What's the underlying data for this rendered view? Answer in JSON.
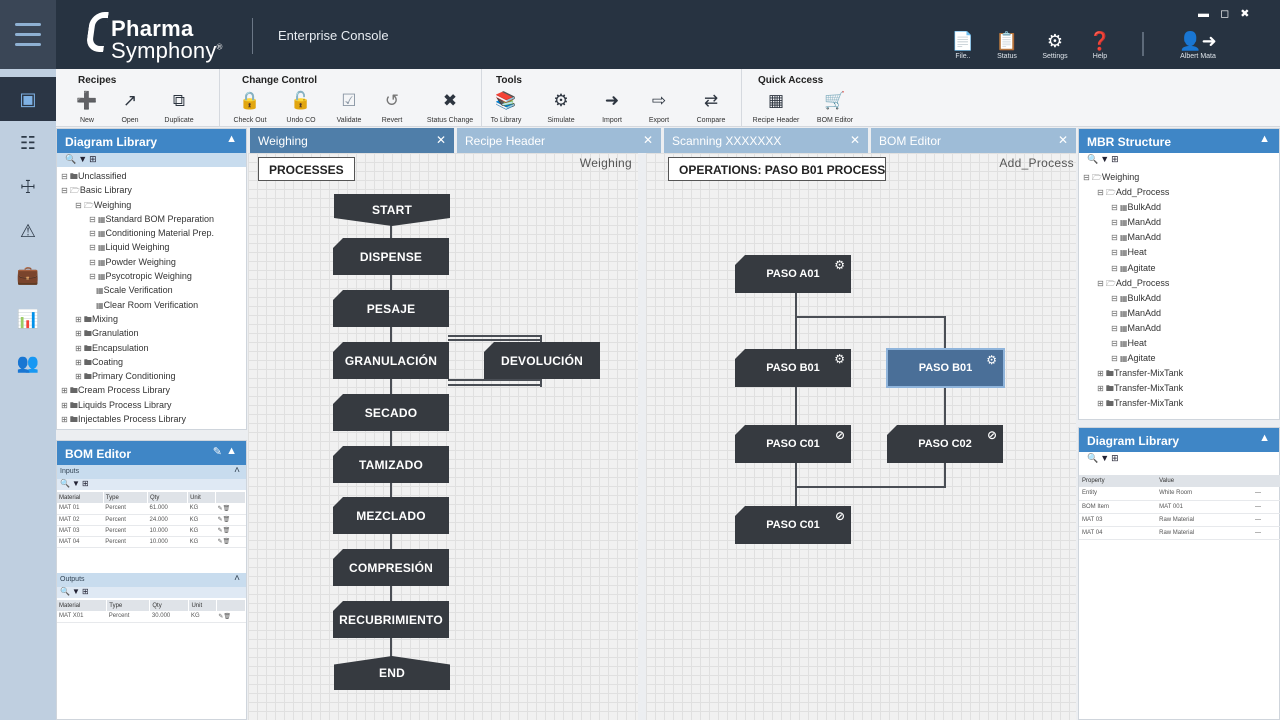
{
  "brand": {
    "line1": "Pharma",
    "line2": "Symphony",
    "reg": "®"
  },
  "app_title": "Enterprise Console",
  "header_buttons": [
    {
      "label": "File..",
      "icon": "file-icon"
    },
    {
      "label": "Status",
      "icon": "clipboard-icon"
    },
    {
      "label": "Settings",
      "icon": "gear-icon"
    },
    {
      "label": "Help",
      "icon": "help-icon"
    }
  ],
  "user": {
    "name": "Albert Mata"
  },
  "window_controls": {
    "min": "▬",
    "max": "◻",
    "close": "✖"
  },
  "sidebar_icons": [
    "chip-icon",
    "network-icon",
    "first-aid-kit-icon",
    "warning-icon",
    "briefcase-icon",
    "report-icon",
    "team-settings-icon"
  ],
  "toolbar": {
    "groups": [
      {
        "title": "Recipes",
        "buttons": [
          "New",
          "Open",
          "Duplicate"
        ]
      },
      {
        "title": "Change Control",
        "buttons": [
          "Check Out",
          "Undo CO",
          "Validate",
          "Revert",
          "Status Change"
        ]
      },
      {
        "title": "Tools",
        "buttons": [
          "To Library",
          "Simulate",
          "Import",
          "Export",
          "Compare"
        ]
      },
      {
        "title": "Quick Access",
        "buttons": [
          "Recipe Header",
          "BOM Editor"
        ]
      }
    ]
  },
  "diagram_library": {
    "title": "Diagram Library",
    "tree": [
      "Unclassified",
      "Basic Library",
      "Weighing",
      "Standard BOM Preparation",
      "Conditioning Material Prep.",
      "Liquid Weighing",
      "Powder Weighing",
      "Psycotropic Weighing",
      "Scale Verification",
      "Clear Room Verification",
      "Mixing",
      "Granulation",
      "Encapsulation",
      "Coating",
      "Primary Conditioning",
      "Cream Process Library",
      "Liquids Process Library",
      "Injectables Process Library"
    ]
  },
  "bom_editor": {
    "title": "BOM Editor",
    "inputs_label": "Inputs",
    "outputs_label": "Outputs",
    "columns": [
      "Material",
      "Type",
      "Qty",
      "Unit"
    ],
    "inputs": [
      [
        "MAT 01",
        "Percent",
        "61.000",
        "KG"
      ],
      [
        "MAT 02",
        "Percent",
        "24.000",
        "KG"
      ],
      [
        "MAT 03",
        "Percent",
        "10.000",
        "KG"
      ],
      [
        "MAT 04",
        "Percent",
        "10.000",
        "KG"
      ]
    ],
    "outputs": [
      [
        "MAT X01",
        "Percent",
        "30.000",
        "KG"
      ]
    ]
  },
  "tabs": [
    {
      "label": "Weighing",
      "active": true
    },
    {
      "label": "Recipe Header",
      "active": false
    },
    {
      "label": "Scanning XXXXXXX",
      "active": false
    },
    {
      "label": "BOM Editor",
      "active": false
    }
  ],
  "process_canvas": {
    "header": "PROCESSES",
    "tag": "Weighing",
    "start": "START",
    "steps": [
      "DISPENSE",
      "PESAJE",
      "GRANULACIÓN",
      "SECADO",
      "TAMIZADO",
      "MEZCLADO",
      "COMPRESIÓN",
      "RECUBRIMIENTO"
    ],
    "branch": "DEVOLUCIÓN",
    "end": "END"
  },
  "operations_canvas": {
    "header": "OPERATIONS: PASO B01 PROCESS",
    "tag": "Add_Process",
    "nodes": [
      "PASO A01",
      "PASO B01",
      "PASO B01",
      "PASO C01",
      "PASO C02",
      "PASO C01"
    ]
  },
  "mbr_structure": {
    "title": "MBR Structure",
    "tree": [
      "Weighing",
      "Add_Process",
      "BulkAdd",
      "ManAdd",
      "ManAdd",
      "Heat",
      "Agitate",
      "Add_Process",
      "BulkAdd",
      "ManAdd",
      "ManAdd",
      "Heat",
      "Agitate",
      "Transfer-MixTank",
      "Transfer-MixTank",
      "Transfer-MixTank"
    ]
  },
  "properties": {
    "title": "Diagram Library",
    "columns": [
      "Property",
      "Value"
    ],
    "rows": [
      [
        "Entity",
        "White Room"
      ],
      [
        "BOM Item",
        "MAT 001"
      ],
      [
        "MAT 03",
        "Raw Material"
      ],
      [
        "MAT 04",
        "Raw Material"
      ]
    ]
  }
}
